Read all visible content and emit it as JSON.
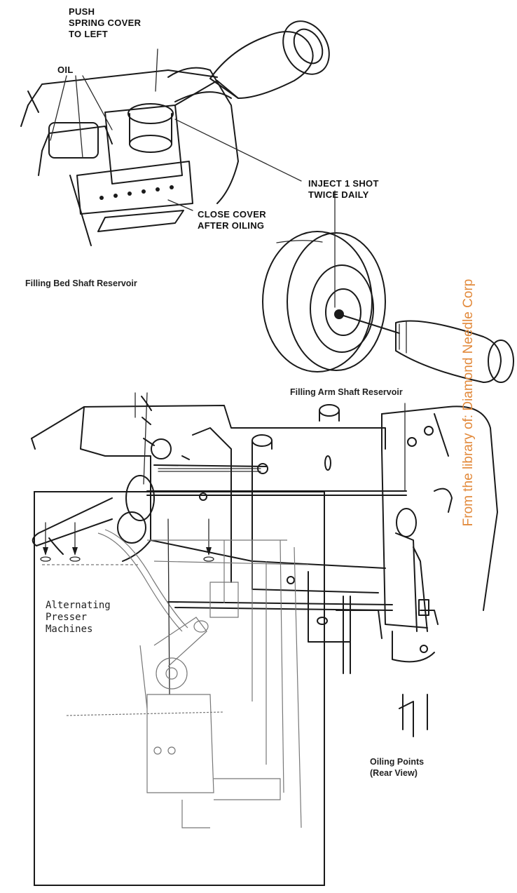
{
  "labels": {
    "push_spring_cover": "PUSH\nSPRING COVER\nTO LEFT",
    "oil": "OIL",
    "inject_shot": "INJECT 1 SHOT\nTWICE DAILY",
    "close_cover": "CLOSE COVER\nAFTER OILING"
  },
  "captions": {
    "bed_shaft": "Filling Bed Shaft Reservoir",
    "arm_shaft": "Filling Arm Shaft Reservoir",
    "oiling_points": "Oiling Points\n(Rear View)"
  },
  "inset": {
    "label": "Alternating\nPresser\nMachines"
  },
  "watermark": "From the library of: Diamond Needle Corp",
  "colors": {
    "ink": "#1a1a1a",
    "watermark": "#e28a3c"
  }
}
